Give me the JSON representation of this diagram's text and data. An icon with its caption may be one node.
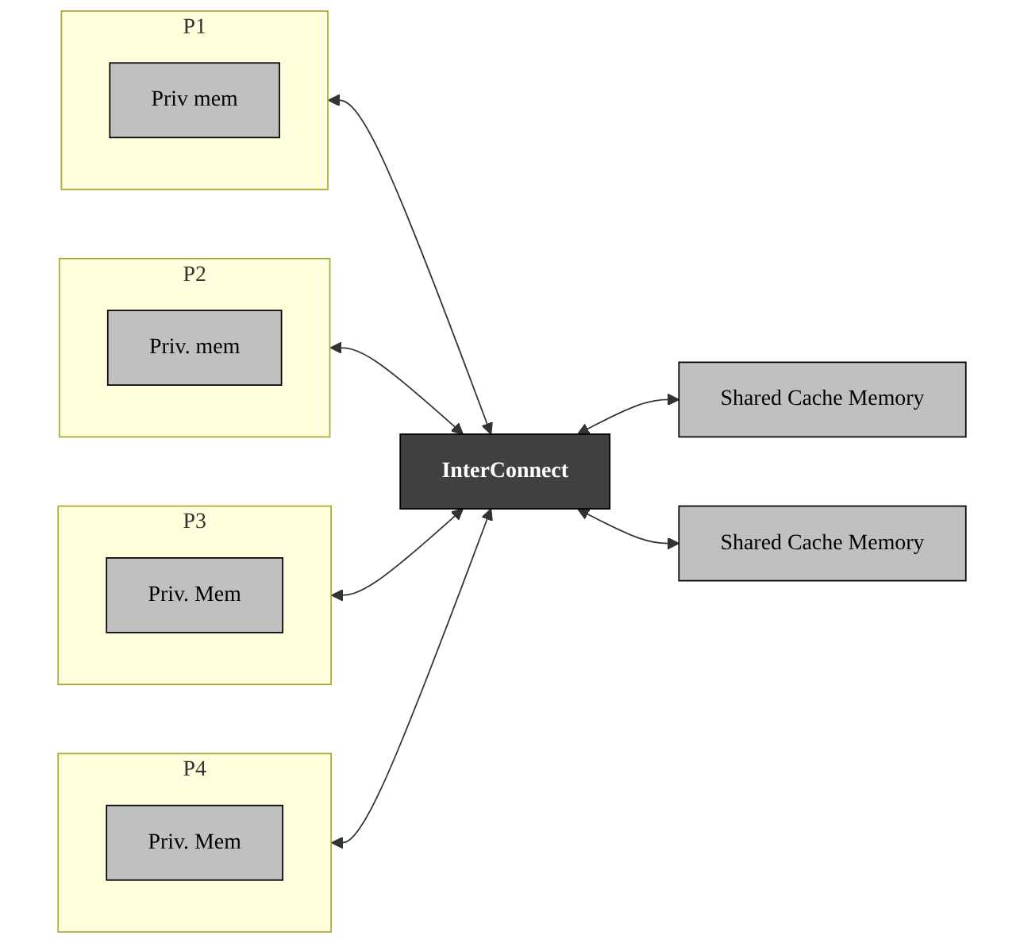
{
  "diagram": {
    "nodes": [
      {
        "text": [
          "P1"
        ]
      },
      {
        "text": [
          "Priv mem"
        ],
        "in": 0
      },
      {
        "text": [
          "P2"
        ]
      },
      {
        "text": [
          "Priv. mem"
        ],
        "in": 2
      },
      {
        "text": [
          "P3"
        ]
      },
      {
        "text": [
          "Priv. Mem"
        ],
        "in": 4
      },
      {
        "text": [
          "P4"
        ]
      },
      {
        "text": [
          "Priv. Mem"
        ],
        "in": 6
      },
      {
        "text": [
          "InterConnect"
        ]
      },
      {
        "text": [
          "Shared Cache Memory"
        ]
      },
      {
        "text": [
          "Shared Cache Memory"
        ]
      }
    ],
    "edges": [
      {
        "from": 0,
        "to": 8,
        "arrow": "both"
      },
      {
        "from": 2,
        "to": 8,
        "arrow": "both"
      },
      {
        "from": 4,
        "to": 8,
        "arrow": "both"
      },
      {
        "from": 6,
        "to": 8,
        "arrow": "both"
      },
      {
        "from": 8,
        "to": 9,
        "arrow": "both"
      },
      {
        "from": 8,
        "to": 10,
        "arrow": "both"
      }
    ]
  }
}
